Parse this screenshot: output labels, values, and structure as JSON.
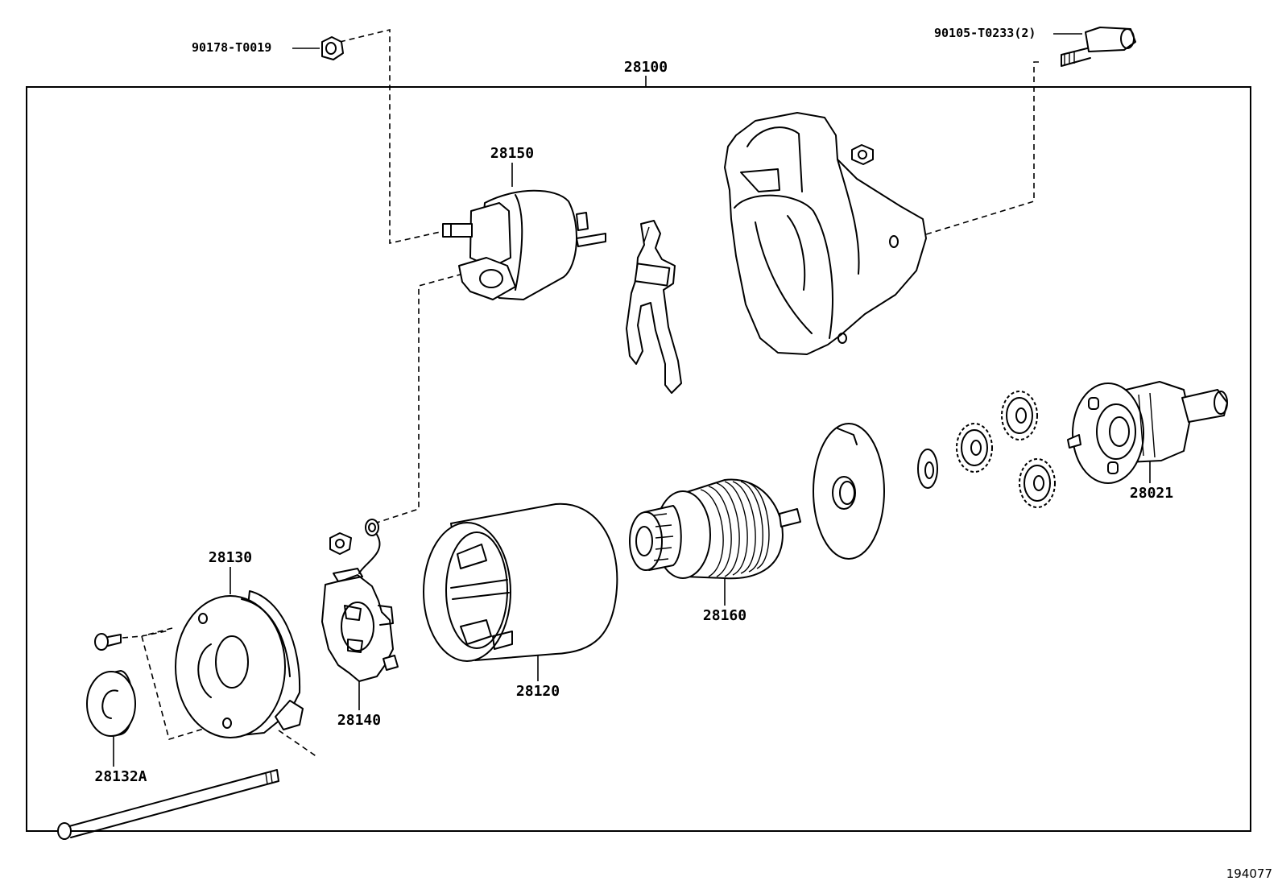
{
  "diagram": {
    "assembly_label": "28100",
    "figure_number": "194077",
    "callouts": {
      "nut_top": "90178-T0019",
      "bolt_top": "90105-T0233(2)",
      "solenoid": "28150",
      "yoke": "28120",
      "armature": "28160",
      "brush_holder": "28140",
      "end_frame": "28130",
      "cap": "28132A",
      "clutch": "28021"
    }
  }
}
